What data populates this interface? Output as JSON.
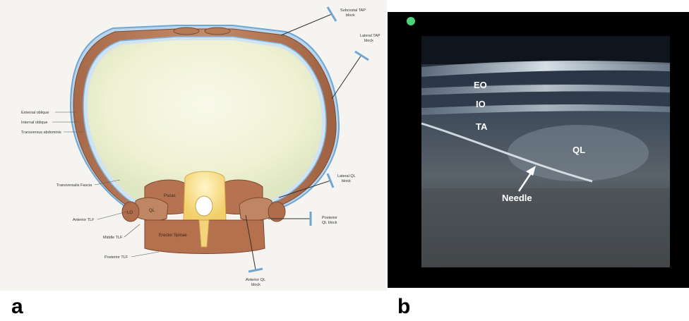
{
  "figure": {
    "panel_a": {
      "letter": "a",
      "muscle_labels": {
        "external_oblique": "External oblique",
        "internal_oblique": "Internal oblique",
        "transversus_abdominis": "Transversus abdominis",
        "transversalis_fascia": "Transversalis Fascia",
        "anterior_tlf": "Anterior TLF",
        "middle_tlf": "Middle TLF",
        "posterior_tlf": "Posterior TLF",
        "psoas": "Psoas",
        "ql": "QL",
        "lo": "LO",
        "erector_spinae": "Erector Spinae"
      },
      "block_labels": {
        "subcostal_tap": [
          "Subcostal TAP",
          "block"
        ],
        "lateral_tap": [
          "Lateral TAP",
          "block"
        ],
        "lateral_ql": [
          "Lateral QL",
          "block"
        ],
        "posterior_ql": [
          "Posterior",
          "QL block"
        ],
        "anterior_ql": [
          "Anterior QL",
          "block"
        ]
      }
    },
    "panel_b": {
      "letter": "b",
      "labels": {
        "eo": "EO",
        "io": "IO",
        "ta": "TA",
        "ql": "QL",
        "needle": "Needle"
      },
      "indicator_color": "#4fd07a"
    }
  }
}
